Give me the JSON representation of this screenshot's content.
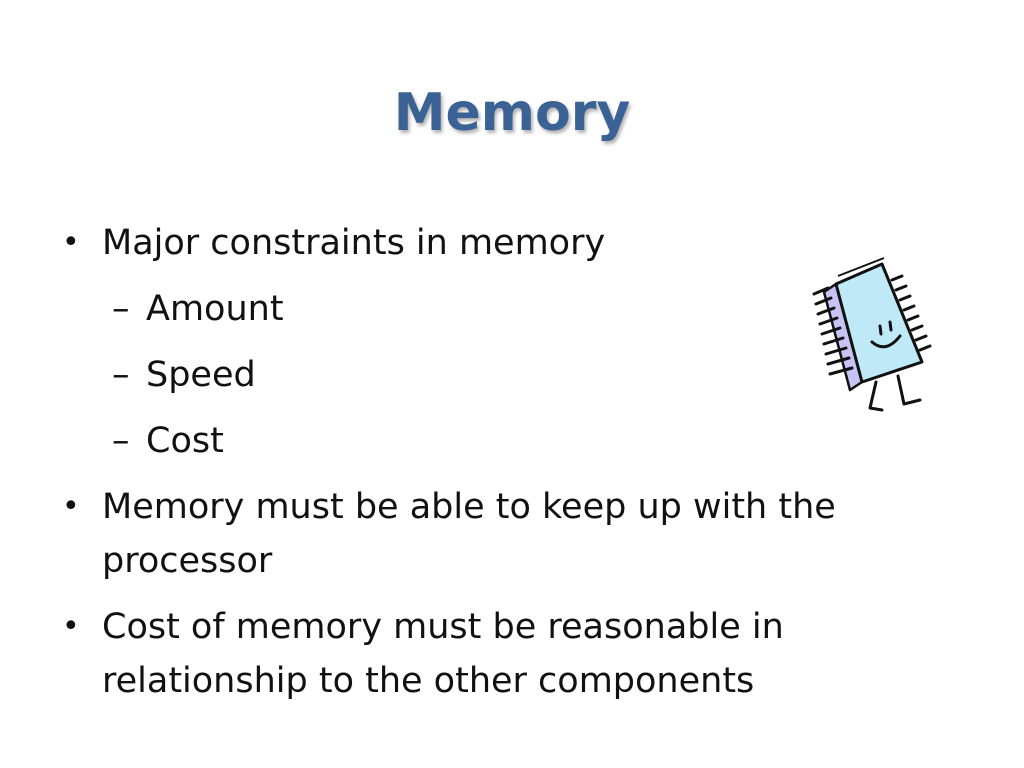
{
  "slide": {
    "title": "Memory",
    "bullets": [
      {
        "text": "Major constraints in memory",
        "subitems": [
          "Amount",
          "Speed",
          "Cost"
        ]
      },
      {
        "text": "Memory must be able to keep up with the processor",
        "subitems": []
      },
      {
        "text": "Cost of memory must be reasonable in relationship to the other components",
        "subitems": []
      }
    ],
    "bullet_glyph": "•",
    "dash_glyph": "–",
    "clipart_icon": "memory-chip-character-icon",
    "colors": {
      "title": "#3b6294",
      "text": "#111111",
      "chip_face": "#bfe9f7",
      "chip_side": "#c9c3f5",
      "ink": "#111111"
    }
  }
}
